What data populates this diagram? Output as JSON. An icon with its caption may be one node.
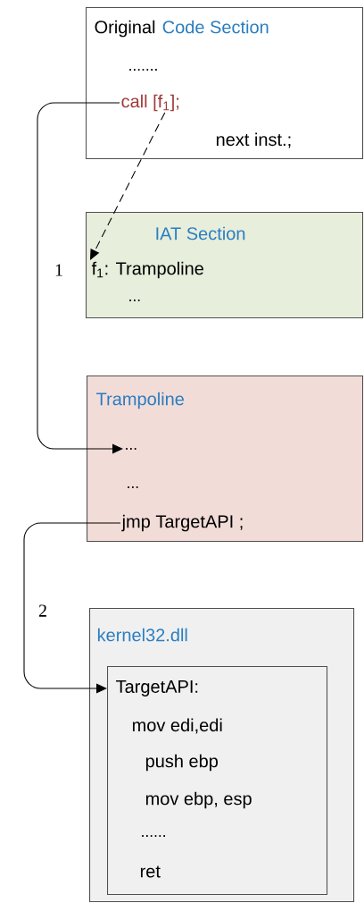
{
  "diagram": {
    "nodes": [
      {
        "text": [
          "Original",
          "Code Section",
          ".......",
          "next inst.;"
        ]
      },
      {
        "text": [
          "call [f$_{1}$];"
        ],
        "in": 0
      },
      {
        "text": [
          "IAT  Section",
          "..."
        ]
      },
      {
        "text": [
          "f$_{1}$: Trampoline"
        ],
        "in": 2
      },
      {
        "text": [
          "Trampoline",
          "..."
        ]
      },
      {
        "text": [
          "..."
        ],
        "in": 4
      },
      {
        "text": [
          "jmp TargetAPI ;"
        ],
        "in": 4
      },
      {
        "text": [
          "kernel32.dll"
        ]
      },
      {
        "text": [
          "TargetAPI:",
          "mov edi,edi",
          "push ebp",
          "mov ebp, esp",
          "......",
          "ret"
        ],
        "in": 7
      }
    ],
    "edges": [
      {
        "from": 1,
        "to": 3,
        "arrow": "to",
        "style": "dashed"
      },
      {
        "from": 1,
        "to": 5,
        "arrow": "to",
        "label": "1"
      },
      {
        "from": 6,
        "to": 8,
        "arrow": "to",
        "label": "2"
      }
    ]
  }
}
